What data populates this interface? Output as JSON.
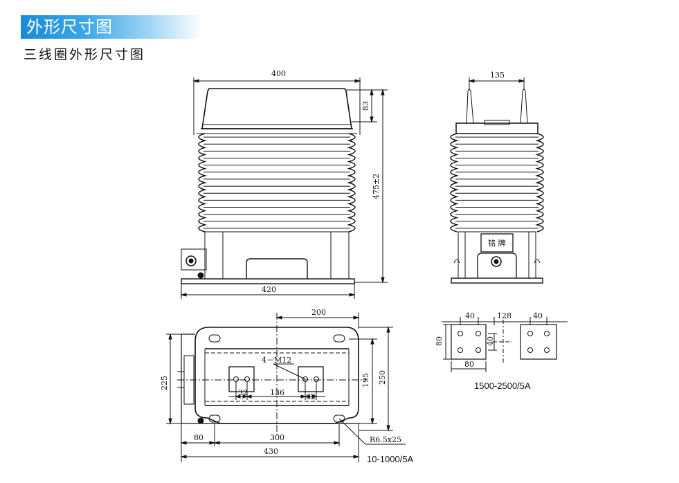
{
  "header": {
    "title": "外形尺寸图"
  },
  "subtitle": "三线圈外形尺寸图",
  "front_view": {
    "width_top": "400",
    "height_cap": "83",
    "height_total": "475±2",
    "width_base": "420"
  },
  "side_view": {
    "terminal_spacing": "135",
    "nameplate": "铭 牌"
  },
  "bottom_view": {
    "d200": "200",
    "bolts": "4－M12",
    "d136": "136",
    "d32_left": "32",
    "d32_right": "32",
    "d225": "225",
    "d195": "195",
    "d250": "250",
    "d80": "80",
    "d300": "300",
    "d430": "430",
    "radius": "R6.5x25",
    "rating": "10-1000/5A"
  },
  "terminal_detail": {
    "d40_left": "40",
    "d128": "128",
    "d40_right": "40",
    "d80_v": "80",
    "d40_v": "40",
    "d80_h": "80",
    "rating": "1500-2500/5A"
  }
}
